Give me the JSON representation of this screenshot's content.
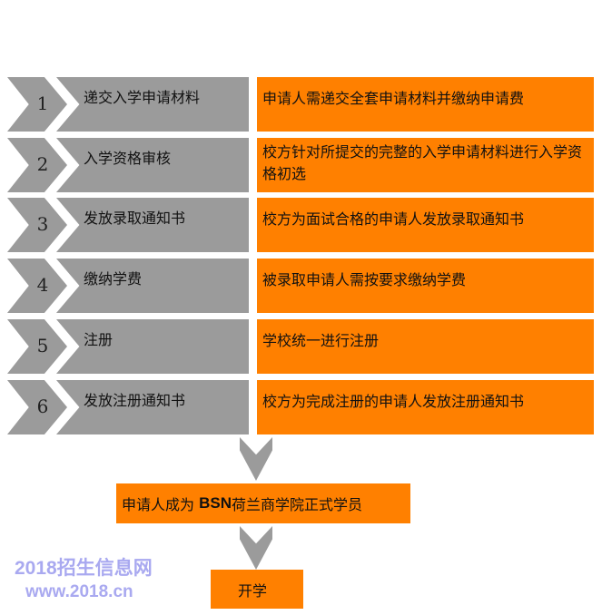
{
  "steps": [
    {
      "number": "1",
      "title": "递交入学申请材料",
      "description": "申请人需递交全套申请材料并缴纳申请费"
    },
    {
      "number": "2",
      "title": "入学资格审核",
      "description": "校方针对所提交的完整的入学申请材料进行入学资格初选"
    },
    {
      "number": "3",
      "title": "发放录取通知书",
      "description": "校方为面试合格的申请人发放录取通知书"
    },
    {
      "number": "4",
      "title": "缴纳学费",
      "description": "被录取申请人需按要求缴纳学费"
    },
    {
      "number": "5",
      "title": "注册",
      "description": "学校统一进行注册"
    },
    {
      "number": "6",
      "title": "发放注册通知书",
      "description": "校方为完成注册的申请人发放注册通知书"
    }
  ],
  "result": {
    "prefix": "申请人成为 ",
    "brand": "BSN",
    "suffix": "荷兰商学院正式学员"
  },
  "final": "开学",
  "watermark": {
    "line1": "2018招生信息网",
    "line2": "www.2018.cn"
  },
  "colors": {
    "gray": "#9b9b9b",
    "orange": "#ff8000",
    "watermark": "#a9a9f0"
  }
}
